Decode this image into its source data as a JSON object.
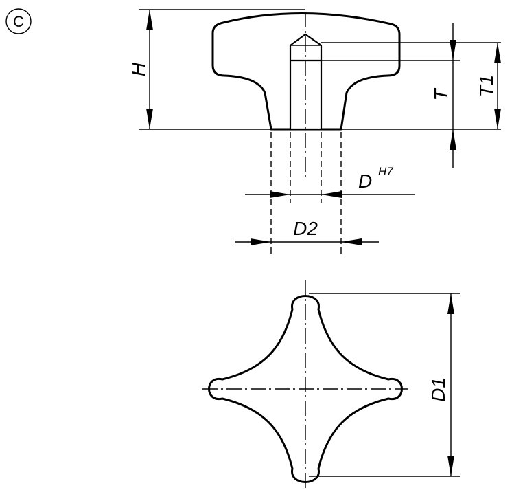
{
  "view_marker": "C",
  "dimensions": {
    "height": "H",
    "thread_depth": "T",
    "bore_depth": "T1",
    "bore_diameter": "D",
    "bore_tolerance": "H7",
    "hub_diameter": "D2",
    "knob_diameter": "D1"
  }
}
